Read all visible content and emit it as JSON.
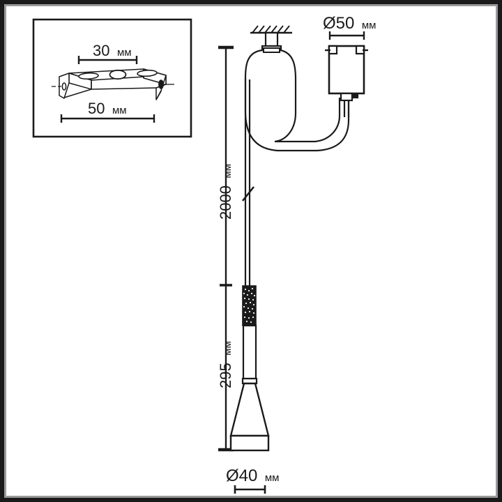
{
  "drawing": {
    "title": "Pendant lamp technical dimension drawing",
    "background_color": "#ffffff",
    "line_color": "#1a1a1a",
    "frame_color": "#1a1a1a",
    "frame_inner_color": "#9a9a9a"
  },
  "unit": "мм",
  "dimensions": {
    "bracket_inner_width": {
      "value": "30",
      "unit": "мм",
      "label": "30 мм"
    },
    "bracket_outer_width": {
      "value": "50",
      "unit": "мм",
      "label": "50 мм"
    },
    "canopy_diameter": {
      "value": "Ø50",
      "unit": "мм",
      "label": "Ø50 мм"
    },
    "suspension_length": {
      "value": "2000",
      "unit": "мм",
      "label": "2000 мм"
    },
    "fixture_height": {
      "value": "295",
      "unit": "мм",
      "label": "295 мм"
    },
    "shade_diameter": {
      "value": "Ø40",
      "unit": "мм",
      "label": "Ø40 мм"
    }
  },
  "inset": {
    "name": "mounting-bracket-detail",
    "top_dimension": "30 мм",
    "bottom_dimension": "50 мм"
  },
  "views": {
    "front": {
      "name": "pendant-front-view",
      "parts": [
        "ceiling-hatch",
        "canopy-stem",
        "cable-loop",
        "cable",
        "cable-break",
        "diffuser-textured",
        "body-tube",
        "cone-shade",
        "shade-base"
      ]
    },
    "driver": {
      "name": "driver-box-view",
      "parts": [
        "driver-housing",
        "driver-terminals",
        "driver-outlet",
        "driver-cable"
      ]
    }
  }
}
